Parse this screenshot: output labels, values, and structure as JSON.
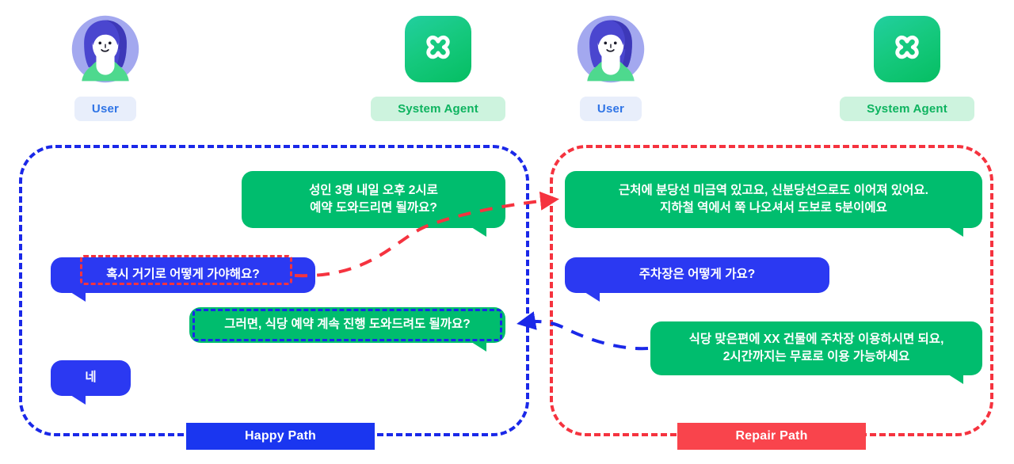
{
  "actors": [
    {
      "id": "user-left",
      "type": "user",
      "label": "User",
      "icon": "user-avatar-icon"
    },
    {
      "id": "agent-left",
      "type": "agent",
      "label": "System Agent",
      "icon": "agent-logo-icon"
    },
    {
      "id": "user-right",
      "type": "user",
      "label": "User",
      "icon": "user-avatar-icon"
    },
    {
      "id": "agent-right",
      "type": "agent",
      "label": "System Agent",
      "icon": "agent-logo-icon"
    }
  ],
  "panels": {
    "happy": {
      "label": "Happy Path",
      "color": "#1a36f0",
      "border_color": "#1a28e8",
      "messages": [
        {
          "speaker": "agent",
          "text_lines": [
            "성인 3명 내일 오후 2시로",
            "예약 도와드리면 될까요?"
          ],
          "highlight": "none"
        },
        {
          "speaker": "user",
          "text_lines": [
            "혹시 거기로 어떻게 가야해요?"
          ],
          "highlight": "red"
        },
        {
          "speaker": "agent",
          "text_lines": [
            "그러면, 식당 예약 계속 진행 도와드려도 될까요?"
          ],
          "highlight": "blue"
        },
        {
          "speaker": "user",
          "text_lines": [
            "네"
          ],
          "highlight": "none"
        }
      ]
    },
    "repair": {
      "label": "Repair Path",
      "color": "#f9444c",
      "border_color": "#f5333f",
      "messages": [
        {
          "speaker": "agent",
          "text_lines": [
            "근처에 분당선 미금역 있고요, 신분당선으로도 이어져 있어요.",
            "지하철 역에서 쭉 나오셔서 도보로 5분이에요"
          ],
          "highlight": "none"
        },
        {
          "speaker": "user",
          "text_lines": [
            "주차장은 어떻게 가요?"
          ],
          "highlight": "none"
        },
        {
          "speaker": "agent",
          "text_lines": [
            "식당 맞은편에 XX 건물에 주차장 이용하시면 되요,",
            "2시간까지는 무료로 이용 가능하세요"
          ],
          "highlight": "none"
        }
      ]
    }
  },
  "connectors": [
    {
      "id": "happy-to-repair",
      "name": "repair-entry-arrow",
      "color": "#f5333f",
      "style": "dashed",
      "direction": "right"
    },
    {
      "id": "repair-to-happy",
      "name": "repair-return-arrow",
      "color": "#1a28e8",
      "style": "dashed",
      "direction": "left"
    }
  ],
  "colors": {
    "bubble_agent": "#00bd6e",
    "bubble_user": "#2b39f2",
    "accent_red": "#f5333f",
    "accent_blue": "#1a28e8",
    "badge_user_bg": "#e8eefb",
    "badge_user_text": "#2f74e6",
    "badge_agent_bg": "#cdf3de",
    "badge_agent_text": "#0db35f",
    "background": "#ffffff"
  }
}
